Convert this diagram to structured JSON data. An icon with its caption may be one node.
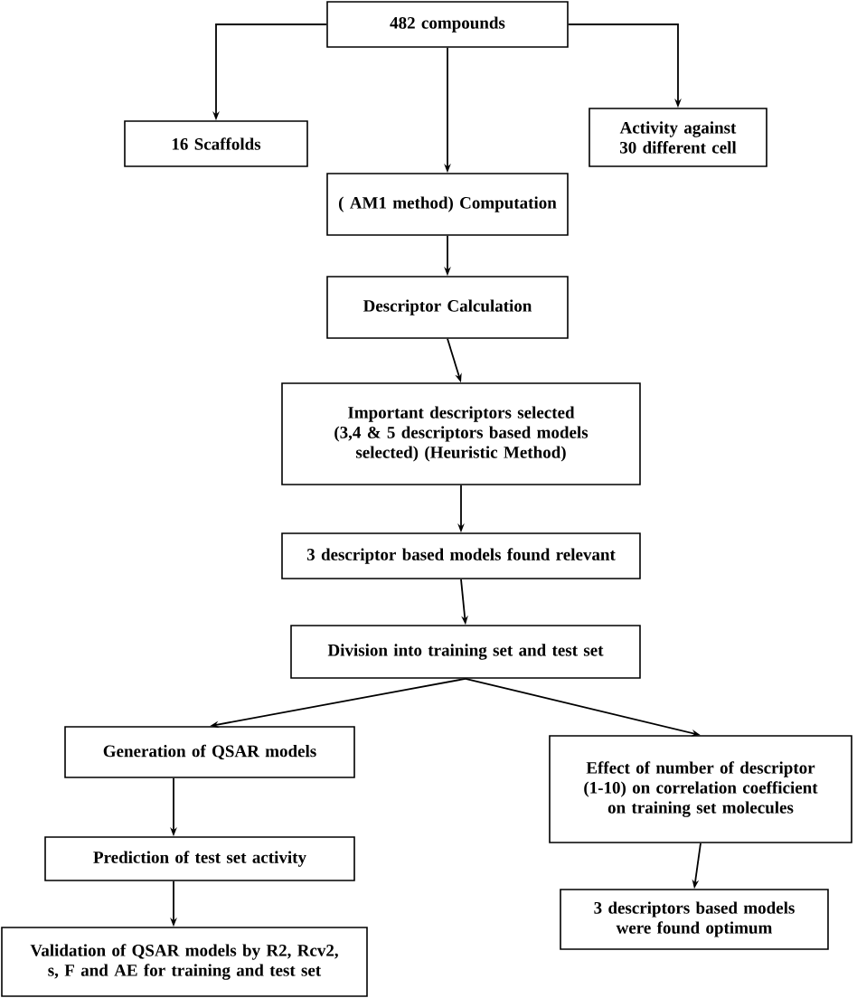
{
  "diagram": {
    "nodes": [
      {
        "text": [
          "482 compounds"
        ]
      },
      {
        "text": [
          "16 Scaffolds"
        ]
      },
      {
        "text": [
          "Activity against 30 different cell"
        ]
      },
      {
        "text": [
          "( AM1 method) Computation"
        ]
      },
      {
        "text": [
          "Descriptor Calculation"
        ]
      },
      {
        "text": [
          "Important descriptors selected (3,4 & 5 descriptors based models selected) (Heuristic Method)"
        ]
      },
      {
        "text": [
          "3 descriptor based models found relevant"
        ]
      },
      {
        "text": [
          "Division into training set and test set"
        ]
      },
      {
        "text": [
          "Generation of QSAR models"
        ]
      },
      {
        "text": [
          "Effect of number of descriptor (1-10) on correlation coefficient on training set molecules"
        ]
      },
      {
        "text": [
          "Prediction of test set activity"
        ]
      },
      {
        "text": [
          "3 descriptors based models were found optimum"
        ]
      },
      {
        "text": [
          "Validation of QSAR models by R2, Rcv2, s, F and AE for training and test set"
        ]
      }
    ],
    "edges": [
      {
        "from": 0,
        "to": 1,
        "arrow": "to"
      },
      {
        "from": 0,
        "to": 3,
        "arrow": "to"
      },
      {
        "from": 0,
        "to": 2,
        "arrow": "to"
      },
      {
        "from": 3,
        "to": 4,
        "arrow": "to"
      },
      {
        "from": 4,
        "to": 5,
        "arrow": "to"
      },
      {
        "from": 5,
        "to": 6,
        "arrow": "to"
      },
      {
        "from": 6,
        "to": 7,
        "arrow": "to"
      },
      {
        "from": 7,
        "to": 8,
        "arrow": "to"
      },
      {
        "from": 7,
        "to": 9,
        "arrow": "to"
      },
      {
        "from": 8,
        "to": 10,
        "arrow": "to"
      },
      {
        "from": 9,
        "to": 11,
        "arrow": "to"
      },
      {
        "from": 10,
        "to": 12,
        "arrow": "to"
      }
    ]
  }
}
